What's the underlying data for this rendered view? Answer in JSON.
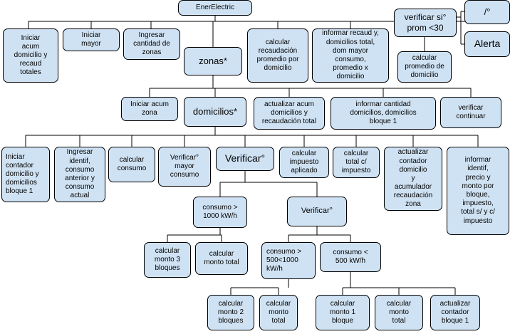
{
  "diagram": {
    "line_color": "#000000",
    "box_fill": "#cfe2f3",
    "nodes": {
      "root": "EnerElectric",
      "iniciar_acum": "Iniciar\nacum\ndomicilio y\nrecaud\ntotales",
      "iniciar_mayor": "Iniciar\nmayor",
      "ingresar_zonas": "Ingresar\ncantidad de\nzonas",
      "zonas": "zonas*",
      "calc_recaudacion": "calcular\nrecaudación\npromedio por\ndomicilio",
      "informar_recaud": "informar recaud y,\ndomicilios total,\ndom mayor\nconsumo,\npromedio x\ndomicilio",
      "verificar_prom": "verificar si°\nprom <30",
      "no_op": "/°",
      "alerta": "Alerta",
      "calc_promedio": "calcular\npromedio de\ndomicilio",
      "iniciar_zona": "Iniciar acum\nzona",
      "domicilios": "domicilios*",
      "actualizar_acum": "actualizar acum\ndomicilios y\nrecaudación total",
      "informar_cantidad": "informar cantidad\ndomicilios, domicilios\nbloque 1",
      "verificar_continuar": "verificar\ncontinuar",
      "iniciar_contador": "Iniciar\ncontador\ndomicilio y\ndomicilios\nbloque 1",
      "ingresar_identif": "Ingresar\nidentif,\nconsumo\nanterior y\nconsumo\nactual",
      "calc_consumo": "calcular\nconsumo",
      "verificar_mayor": "Verificar°\nmayor\nconsumo",
      "verificar_main": "Verificar°",
      "calc_impuesto": "calcular\nimpuesto\naplicado",
      "calc_total_impuesto": "calcular\ntotal c/\nimpuesto",
      "actualizar_contador": "actualizar\ncontador\ndomicilio\ny\nacumulador\nrecaudación\nzona",
      "informar_identif": "informar\nidentif,\nprecio y\nmonto por\nbloque,\nimpuesto,\ntotal s/ y c/\nimpuesto",
      "consumo_1000": "consumo >\n1000 kW/h",
      "verificar_sub": "Verificar°",
      "calc_monto3": "calcular\nmonto 3\nbloques",
      "calc_monto_total_a": "calcular\nmonto total",
      "consumo_500_1000": "consumo >\n500<1000\nkW/h",
      "consumo_500": "consumo <\n500 kW/h",
      "calc_monto2": "calcular\nmonto 2\nbloques",
      "calc_monto_total_b": "calcular\nmonto\ntotal",
      "calc_monto1": "calcular\nmonto 1\nbloque",
      "calc_monto_total_c": "calcular\nmonto\ntotal",
      "actualizar_bloque1": "actualizar\ncontador\nbloque 1"
    }
  }
}
